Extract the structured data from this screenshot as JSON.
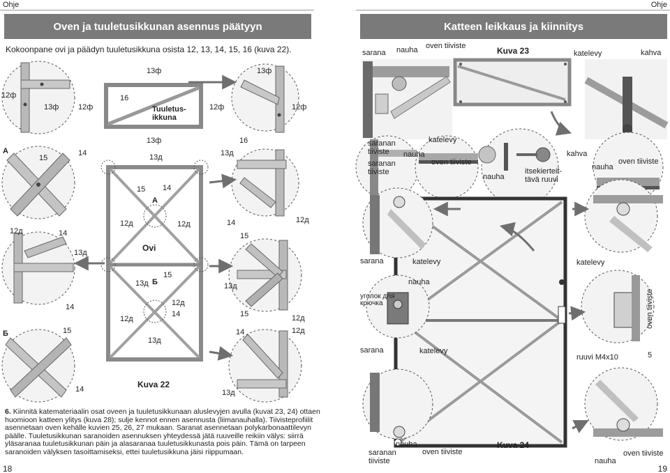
{
  "header": {
    "left": "Ohje",
    "right": "Ohje"
  },
  "left": {
    "banner": "Oven ja tuuletusikkunan asennus päätyyn",
    "intro": "Kokoonpane ovi ja päädyn tuuletusikkuna osista 12, 13, 14, 15, 16 (kuva 22).",
    "labels": {
      "top_13f_a": "13ф",
      "top_13f_b": "13ф",
      "top_12f_left": "12ф",
      "top_13f_c": "13ф",
      "top_12f_b": "12ф",
      "top_16": "16",
      "window_name": "Tuuletus-\nikkuna",
      "top_12f_c": "12ф",
      "top_12f_right": "12ф",
      "r2_13f": "13ф",
      "r2_16": "16",
      "r3_A": "A",
      "r3_15": "15",
      "r3_14": "14",
      "r3_13d_a": "13д",
      "r3_13d_b": "13д",
      "door_15": "15",
      "door_14": "14",
      "door_A": "A",
      "r4_12d_left": "12д",
      "r4_14": "14",
      "r4_12d_a": "12д",
      "r4_12d_b": "12д",
      "r4_14b": "14",
      "r4_12d_right": "12д",
      "r4_15": "15",
      "r4_13d": "13д",
      "door_name": "Ovi",
      "door_13d": "13д",
      "door_B": "Б",
      "door_15b": "15",
      "r5_13d": "13д",
      "r5_14": "14",
      "door_12d": "12д",
      "door_12d_b": "12д",
      "door_14b": "14",
      "r5_15": "15",
      "r5_12d": "12д",
      "r6_B": "Б",
      "r6_15": "15",
      "r6_14": "14",
      "r6_12d": "12д",
      "door_13d_bottom": "13д",
      "r7_14": "14",
      "r7_13d": "13д"
    },
    "figure": "Kuva 22",
    "step_number": "6.",
    "step_text": "Kiinnitä katemateriaalin osat oveen ja tuuletusikkunaan aluslevyjen avulla (kuvat 23, 24) ottaen huomioon katteen ylitys (kuva 28); sulje kennot ennen asennusta (liimanauhalla). Tiivisteprofiilit asennetaan oven kehälle kuvien 25, 26, 27 mukaan. Saranat asennetaan polykarbonaattilevyn päälle. Tuuletusikkunan saranoiden asennuksen yhteydessä jätä ruuveille reikiin välys: siirrä yläsaranaa tuuletusikkunan päin ja alasaranaa tuuletusikkunasta pois päin. Tämä on tarpeen saranoiden välyksen tasoittamiseksi, ettei tuuletusikkuna jäisi riippumaan.",
    "page": "18"
  },
  "right": {
    "banner": "Katteen leikkaus ja kiinnitys",
    "labels": {
      "sarana_1": "sarana",
      "nauha_1": "nauha",
      "oven_tiiviste_1": "oven tiiviste",
      "katelevy_1": "katelevy",
      "kahva_1": "kahva",
      "saranan_tiiviste_1": "saranan\ntiiviste",
      "katelevy_2": "katelevy",
      "nauha_2": "nauha",
      "saranan_tiiviste_2": "saranan\ntiiviste",
      "oven_tiiviste_2": "oven tiiviste",
      "kahva_2": "kahva",
      "nauha_3": "nauha",
      "oven_tiiviste_3": "oven tiiviste",
      "nauha_4": "nauha",
      "itsekierteittava": "itsekierteit-\ntävä ruuvi",
      "sarana_2": "sarana",
      "katelevy_3": "katelevy",
      "katelevy_4": "katelevy",
      "ugolok": "уголок для\nкрючка",
      "nauha_5": "nauha",
      "oven_tiiviste_4": "oven tiiviste",
      "sarana_3": "sarana",
      "katelevy_5": "katelevy",
      "ruuvi": "ruuvi M4x10",
      "num_5": "5",
      "saranan_tiiviste_3": "saranan\ntiiviste",
      "nauha_6": "nauha",
      "oven_tiiviste_5": "oven tiiviste",
      "nauha_7": "nauha",
      "oven_tiiviste_6": "oven tiiviste"
    },
    "figure_23": "Kuva 23",
    "figure_24": "Kuva 24",
    "page": "19"
  },
  "colors": {
    "banner": "#7a7a7a",
    "frame": "#8a8a8a",
    "dash": "#555555",
    "arrow": "#707070"
  }
}
